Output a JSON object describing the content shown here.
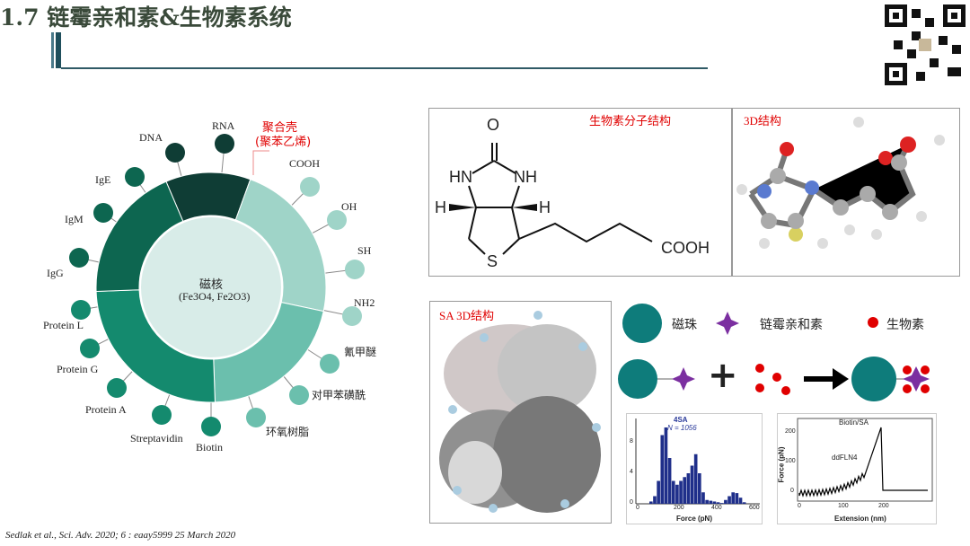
{
  "title": "1.7 链霉亲和素&生物素系统",
  "ring": {
    "core_title": "磁核",
    "core_formula": "(Fe3O4, Fe2O3)",
    "shell_label_1": "聚合壳",
    "shell_label_2": "(聚苯乙烯)",
    "ligands": [
      "DNA",
      "RNA",
      "COOH",
      "OH",
      "SH",
      "NH2",
      "氰甲醚",
      "对甲苯磺酰",
      "环氧树脂",
      "Biotin",
      "Streptavidin",
      "Protein A",
      "Protein G",
      "Protein L",
      "IgG",
      "IgM",
      "IgE"
    ]
  },
  "biotin_panel": {
    "title": "生物素分子结构",
    "atoms": {
      "o": "O",
      "hn": "HN",
      "nh": "NH",
      "h1": "H",
      "h2": "H",
      "s": "S",
      "cooh": "COOH"
    }
  },
  "panel_3d": {
    "title": "3D结构"
  },
  "sa_panel": {
    "title": "SA 3D结构"
  },
  "legend": {
    "bead": "磁珠",
    "streptavidin": "链霉亲和素",
    "biotin": "生物素",
    "plus": "+"
  },
  "hist": {
    "label": "4SA",
    "n": "N = 1056",
    "xlabel": "Force (pN)",
    "xticks": [
      "0",
      "200",
      "400",
      "600"
    ],
    "yticks": [
      "0",
      "4",
      "8"
    ],
    "values": [
      0.3,
      1,
      3,
      9,
      10,
      6,
      3,
      2.5,
      3,
      3.5,
      4,
      5,
      6.5,
      4,
      1.5,
      0.5,
      0.4,
      0.3,
      0.2,
      0.1,
      0.5,
      1,
      1.5,
      1.4,
      0.8,
      0.2
    ]
  },
  "trace": {
    "xlabel": "Extension (nm)",
    "ylabel": "Force (pN)",
    "xticks": [
      "0",
      "100",
      "200"
    ],
    "yticks": [
      "0",
      "100",
      "200"
    ],
    "ann1": "Biotin/SA",
    "ann2": "ddFLN4"
  },
  "citation": "Sedlak et al., Sci. Adv. 2020; 6 : eaay5999 25 March 2020",
  "colors": {
    "dark": "#0f3d35",
    "darkgreen": "#0d6650",
    "green": "#148a6e",
    "mid": "#6bbfad",
    "light": "#9fd4c8",
    "core": "#d8ece8",
    "red": "#e00000",
    "purple": "#7b2fa0"
  }
}
